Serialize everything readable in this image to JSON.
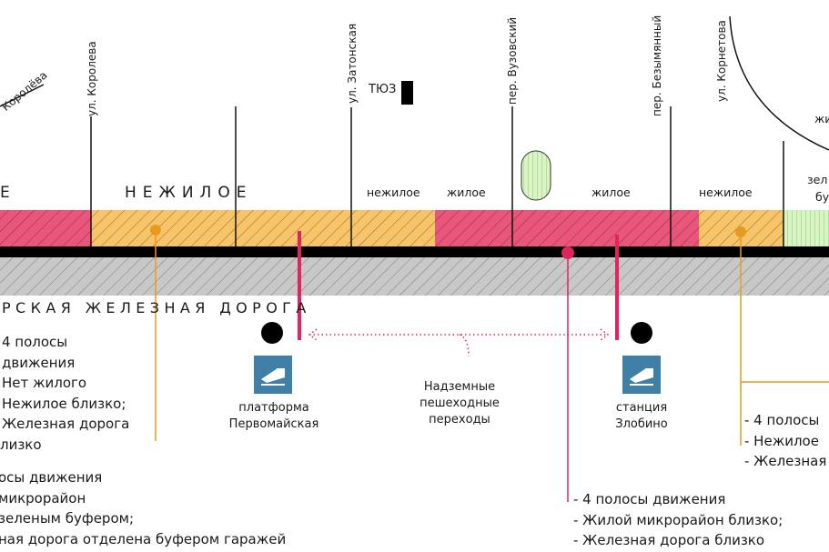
{
  "streets": {
    "koroleva_diag": "Королёва",
    "koroleva": "ул. Королева",
    "zatonskaya": "ул. Затонская",
    "vuzovsky": "пер. Вузовский",
    "bezymyanny": "пер. Безымянный",
    "kornetova": "ул. Корнетова"
  },
  "landmarks": {
    "tyuz": "ТЮЗ"
  },
  "zones": {
    "left_edge": "Е",
    "nezhiloe_big": "НЕЖИЛОЕ",
    "nezhiloe_1": "нежилое",
    "zhiloe_1": "жилое",
    "zhiloe_2": "жилое",
    "nezhiloe_2": "нежилое",
    "right_zhi": "жи",
    "right_zel": "зел",
    "right_bu": "бу"
  },
  "railway": {
    "label": "РСКАЯ ЖЕЛЕЗНАЯ ДОРОГА"
  },
  "stations": {
    "pervomaiskaya": {
      "line1": "платформа",
      "line2": "Первомайская"
    },
    "zlobino": {
      "line1": "станция",
      "line2": "Злобино"
    }
  },
  "crossings": {
    "line1": "Надземные",
    "line2": "пешеходные",
    "line3": "переходы"
  },
  "notes": {
    "left": [
      "4 полосы",
      "движения",
      "Нет жилого",
      "Нежилое близко;",
      "Железная дорога",
      "лизко"
    ],
    "bottom_left": [
      "осы движения",
      "микрорайон",
      "зеленым буфером;",
      "ная дорога отделена буфером гаражей"
    ],
    "bottom_center": [
      "- 4 полосы движения",
      "- Жилой микрорайон близко;",
      "- Железная дорога близко"
    ],
    "right": [
      "- 4 полосы",
      "- Нежилое",
      "- Железная"
    ]
  },
  "colors": {
    "red_zone": "#e8577a",
    "orange_zone": "#f7c46a",
    "green_zone": "#d9f5c3",
    "rail_gray": "#c8c8c8",
    "accent_pink": "#e0245e",
    "accent_orange": "#e89a1c",
    "station_icon": "#3f7fa8"
  },
  "icons": {
    "station_icon": "train-icon",
    "marker": "black-circle-marker"
  }
}
